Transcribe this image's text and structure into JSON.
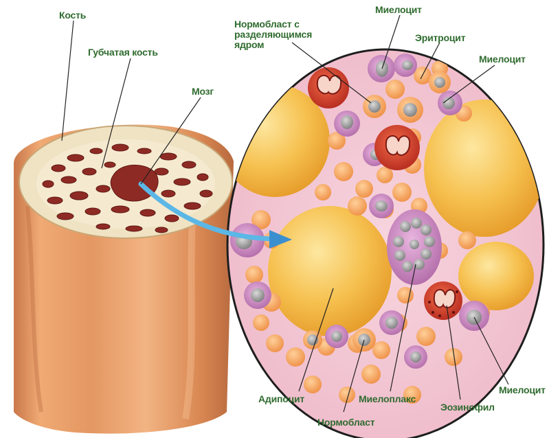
{
  "labels": {
    "kost": "Кость",
    "gubchataya": "Губчатая кость",
    "mozg": "Мозг",
    "normoblast_razd_1": "Нормобласт с",
    "normoblast_razd_2": "разделяющимся",
    "normoblast_razd_3": "ядром",
    "mielocit_top": "Миелоцит",
    "eritrocit": "Эритроцит",
    "mielocit_right": "Миелоцит",
    "mielocit_bottom_right": "Миелоцит",
    "adipocit": "Адипоцит",
    "mieloplaks": "Миелоплакс",
    "eozinofil": "Эозинофил",
    "normoblast": "Нормобласт"
  },
  "colors": {
    "label_text": "#2f6b2f",
    "bone_shaft": "#e39a62",
    "bone_top": "#efe1bf",
    "marrow_red": "#8e2a24",
    "circle_bg": "#f4c9d6",
    "adipocyte": "#f3b53d",
    "arrow": "#5bb7e6"
  }
}
